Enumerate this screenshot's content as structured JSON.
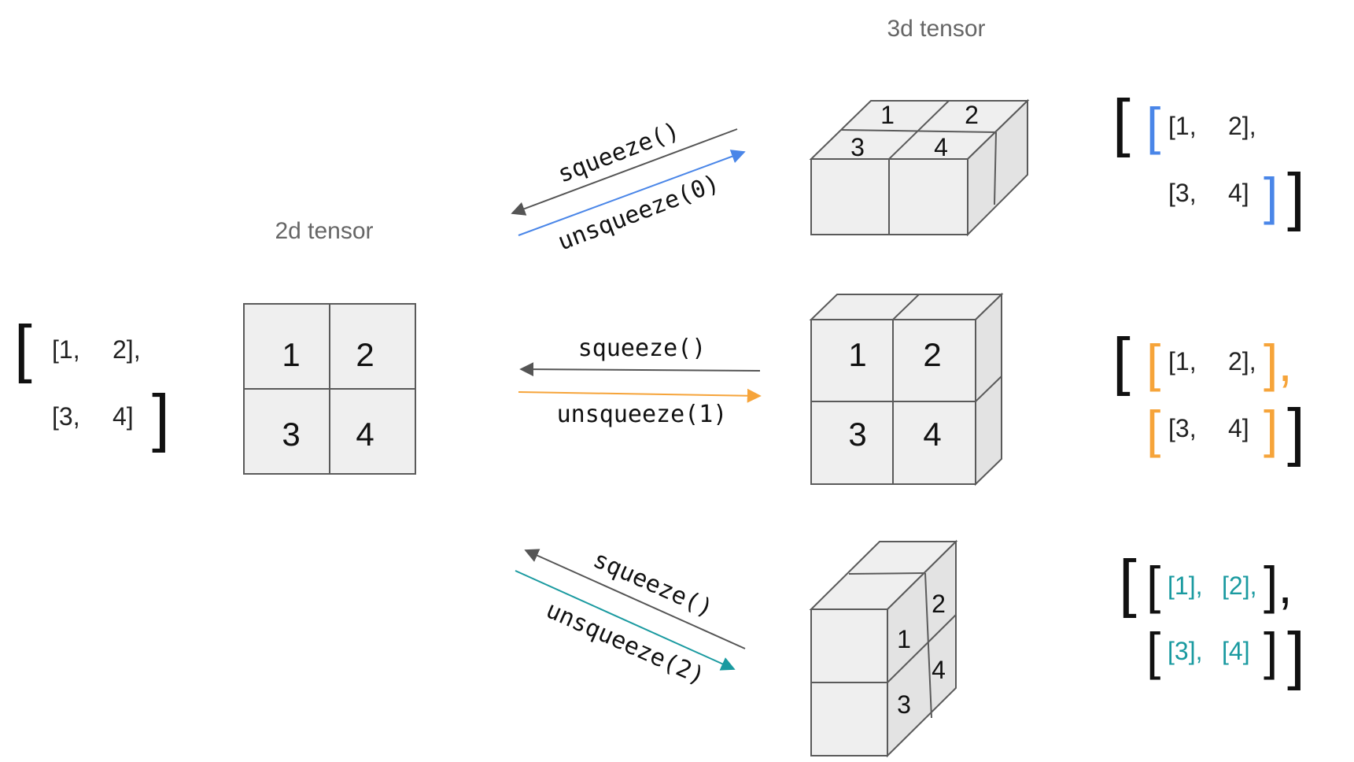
{
  "labels": {
    "tensor_2d": "2d tensor",
    "tensor_3d": "3d tensor"
  },
  "arrows": {
    "squeeze_label": "squeeze()",
    "unsqueeze_0": "unsqueeze(0)",
    "unsqueeze_1": "unsqueeze(1)",
    "unsqueeze_2": "unsqueeze(2)"
  },
  "grid_2d": [
    "1",
    "2",
    "3",
    "4"
  ],
  "cube_0": {
    "top": [
      "1",
      "2",
      "3",
      "4"
    ]
  },
  "cube_1": {
    "front": [
      "1",
      "2",
      "3",
      "4"
    ]
  },
  "cube_2": {
    "side": [
      "1",
      "2",
      "3",
      "4"
    ]
  },
  "matrix_2d": {
    "row1": [
      "[1,",
      "2],"
    ],
    "row2": [
      "[3,",
      "4]"
    ],
    "open": "[",
    "close": "]"
  },
  "matrix_dim0": {
    "row1": [
      "[1,",
      "2],"
    ],
    "row2": [
      "[3,",
      "4]"
    ],
    "outer_open": "[",
    "outer_close": "]",
    "inner_open": "[",
    "inner_close": "]"
  },
  "matrix_dim1": {
    "row1": [
      "[1,",
      "2],"
    ],
    "row2": [
      "[3,",
      "4]"
    ],
    "outer_open": "[",
    "outer_close": "]",
    "inner_open": "[",
    "inner_close": "],",
    "inner_open2": "[",
    "inner_close2": "]"
  },
  "matrix_dim2": {
    "row1": [
      "[1],",
      "[2],"
    ],
    "row2": [
      "[3],",
      "[4]"
    ],
    "outer_open": "[",
    "outer_close": "]",
    "inner_open": "[",
    "inner_close": "],",
    "inner_open2": "[",
    "inner_close2": "]"
  },
  "colors": {
    "dim0": "#4a86e8",
    "dim1": "#f6a43a",
    "dim2": "#1a9aa0",
    "arrow_gray": "#555555",
    "label_gray": "#666666"
  }
}
